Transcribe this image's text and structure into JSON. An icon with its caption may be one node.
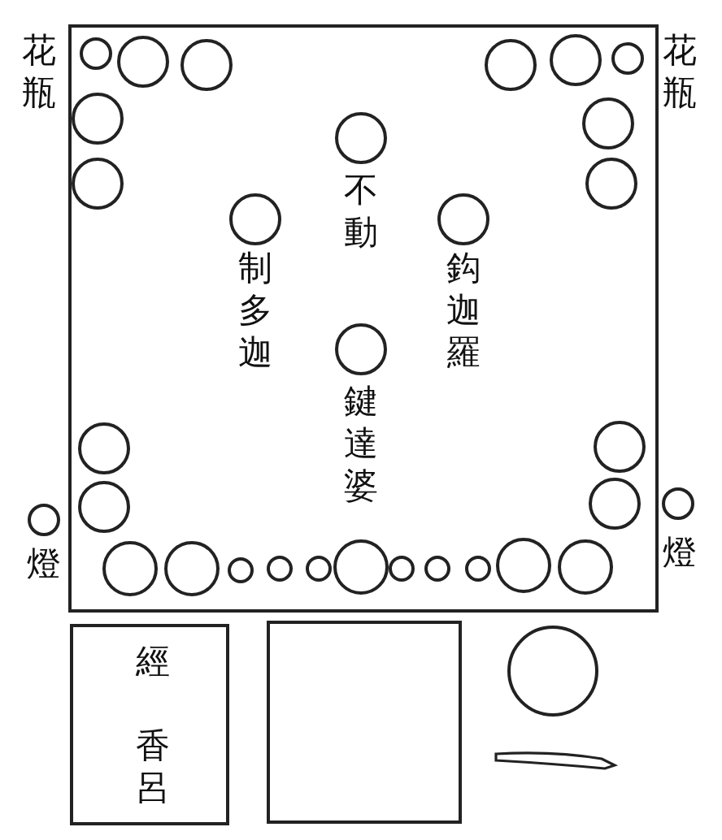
{
  "diagram": {
    "nodes": [
      {
        "text": [],
        "shape": "box"
      },
      {
        "text": [
          "經",
          "香呂"
        ]
      },
      {
        "text": [],
        "shape": "box"
      }
    ],
    "labels": [
      "花瓶",
      "花瓶",
      "不動",
      "制多迦",
      "鈎迦羅",
      "鍵達婆",
      "燈",
      "燈"
    ]
  }
}
